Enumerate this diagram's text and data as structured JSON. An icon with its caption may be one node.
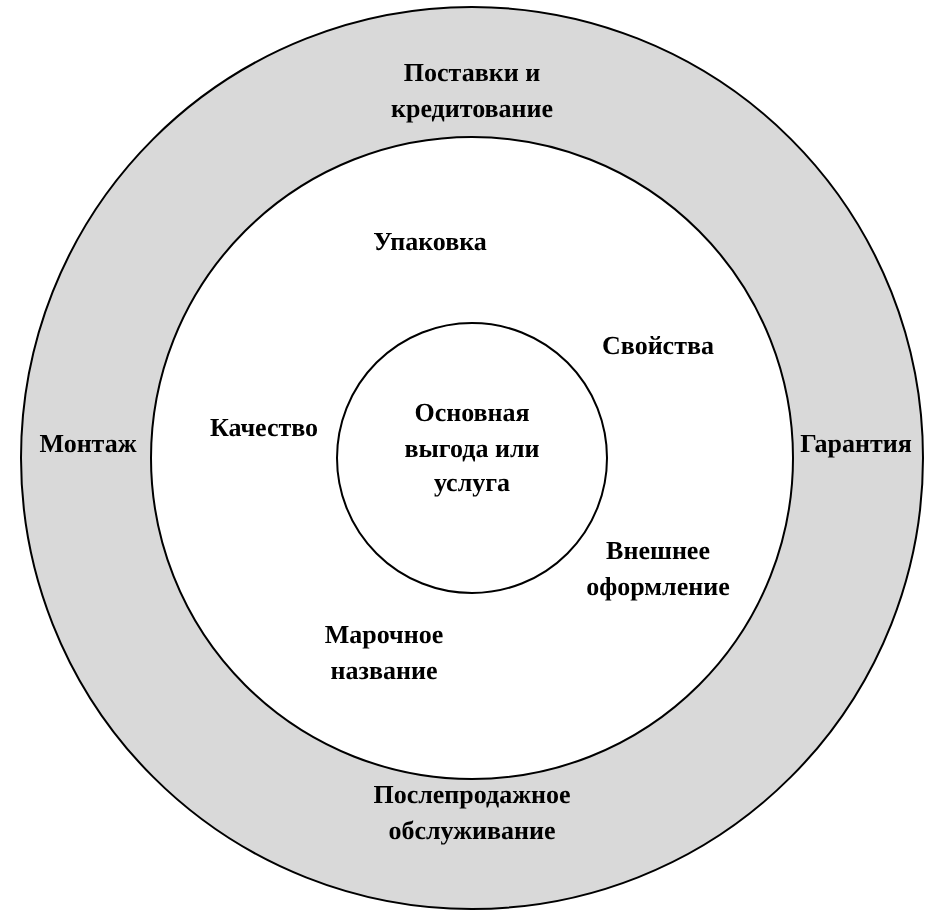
{
  "diagram": {
    "nodes": [
      {
        "text": [
          "Поставки и кредитование",
          "Монтаж",
          "Гарантия",
          "Послепродажное обслуживание"
        ]
      },
      {
        "text": [
          "Упаковка",
          "Свойства",
          "Качество",
          "Внешнее оформление",
          "Марочное название"
        ],
        "in": 0
      },
      {
        "text": [
          "Основная выгода или услуга"
        ],
        "in": 1
      }
    ]
  }
}
